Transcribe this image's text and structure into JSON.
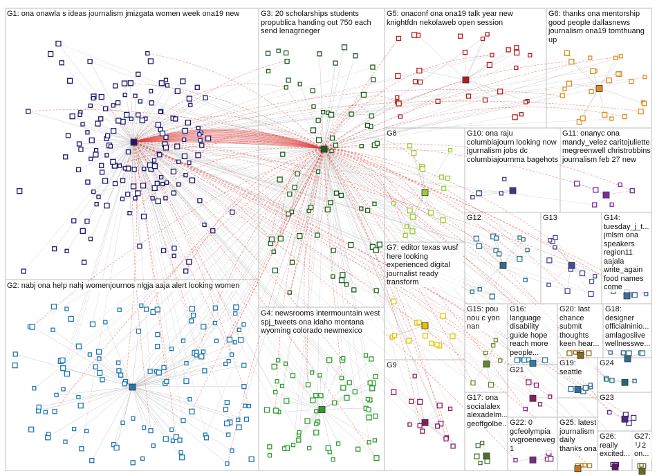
{
  "groups": [
    {
      "id": "G1",
      "label": "G1: ona onawla s ideas journalism jmizgata women week ona19 new",
      "color": "#1a1a6e",
      "nodes": 150
    },
    {
      "id": "G2",
      "label": "G2: nabj ona help nahj womenjournos nlgja aaja alert looking women",
      "color": "#1f77b4",
      "nodes": 120
    },
    {
      "id": "G3",
      "label": "G3: 20 scholarships students propublica handing out 750 each send lenagroeger",
      "color": "#1b5e20",
      "nodes": 70
    },
    {
      "id": "G4",
      "label": "G4: newsrooms intermountain west spj_tweets ona idaho montana wyoming colorado newmexico",
      "color": "#2e9e2e",
      "nodes": 60
    },
    {
      "id": "G5",
      "label": "G5: onaconf ona ona19 talk year new knightfdn nekolaweb open session",
      "color": "#b71c1c",
      "nodes": 30
    },
    {
      "id": "G6",
      "label": "G6: thanks ona mentorship good people dallasnews journalism ona19 tomthuang up",
      "color": "#e08a1e",
      "nodes": 25
    },
    {
      "id": "G7",
      "label": "G7: editor texas wusf here looking experienced digital journalist ready transform",
      "color": "#e6c200",
      "nodes": 12
    },
    {
      "id": "G8",
      "label": "G8",
      "color": "#9acd32",
      "nodes": 16
    },
    {
      "id": "G9",
      "label": "G9",
      "color": "#8b1a5a",
      "nodes": 14
    },
    {
      "id": "G10",
      "label": "G10: ona raju columbiajourn looking now jgurnalism jobs dc columbiajournma bagehots",
      "color": "#3a3a8a",
      "nodes": 4
    },
    {
      "id": "G11",
      "label": "G11: onanyc ona mandy_velez caritojuliette megreenwell christrobbins journalism feb 27 new",
      "color": "#7b2a9e",
      "nodes": 6
    },
    {
      "id": "G12",
      "label": "G12",
      "color": "#2b6f8a",
      "nodes": 14
    },
    {
      "id": "G13",
      "label": "G13",
      "color": "#4a4a9a",
      "nodes": 12
    },
    {
      "id": "G14",
      "label": "G14: tuesday_j_t... jmlsm ona speakers region11 aajala write_again food names come",
      "color": "#3a6ea5",
      "nodes": 6
    },
    {
      "id": "G15",
      "label": "G15: pou nou c yon nan",
      "color": "#5c8a2e",
      "nodes": 6
    },
    {
      "id": "G16",
      "label": "G16: language disability guide hope reach more people...",
      "color": "#2a7fa8",
      "nodes": 5
    },
    {
      "id": "G17",
      "label": "G17: ona socialalex alexadelm... geoffgolbe...",
      "color": "#4a6f2a",
      "nodes": 5
    },
    {
      "id": "G18",
      "label": "G18: designer officialninio... amlagoslive wellnesswe...",
      "color": "#2f6b8e",
      "nodes": 5
    },
    {
      "id": "G19",
      "label": "G19: seattle",
      "color": "#2a6e9e",
      "nodes": 5
    },
    {
      "id": "G20",
      "label": "G20: last chance submit thoughts keen hear...",
      "color": "#8a6a1a",
      "nodes": 5
    },
    {
      "id": "G21",
      "label": "G21",
      "color": "#8b1a6a",
      "nodes": 5
    },
    {
      "id": "G22",
      "label": "G22: 0 gcfeolympia vvgroeneweg 1",
      "color": "#7a2a8a",
      "nodes": 4
    },
    {
      "id": "G23",
      "label": "G23",
      "color": "#4a2a8a",
      "nodes": 4
    },
    {
      "id": "G24",
      "label": "G24",
      "color": "#1f6a7a",
      "nodes": 4
    },
    {
      "id": "G25",
      "label": "G25: latest journalism daily thanks ona",
      "color": "#c07a1a",
      "nodes": 4
    },
    {
      "id": "G26",
      "label": "G26: really excited...",
      "color": "#5a1a6e",
      "nodes": 3
    },
    {
      "id": "G27",
      "label": "G27: リ2 on...",
      "color": "#6a6a1a",
      "nodes": 3
    }
  ]
}
